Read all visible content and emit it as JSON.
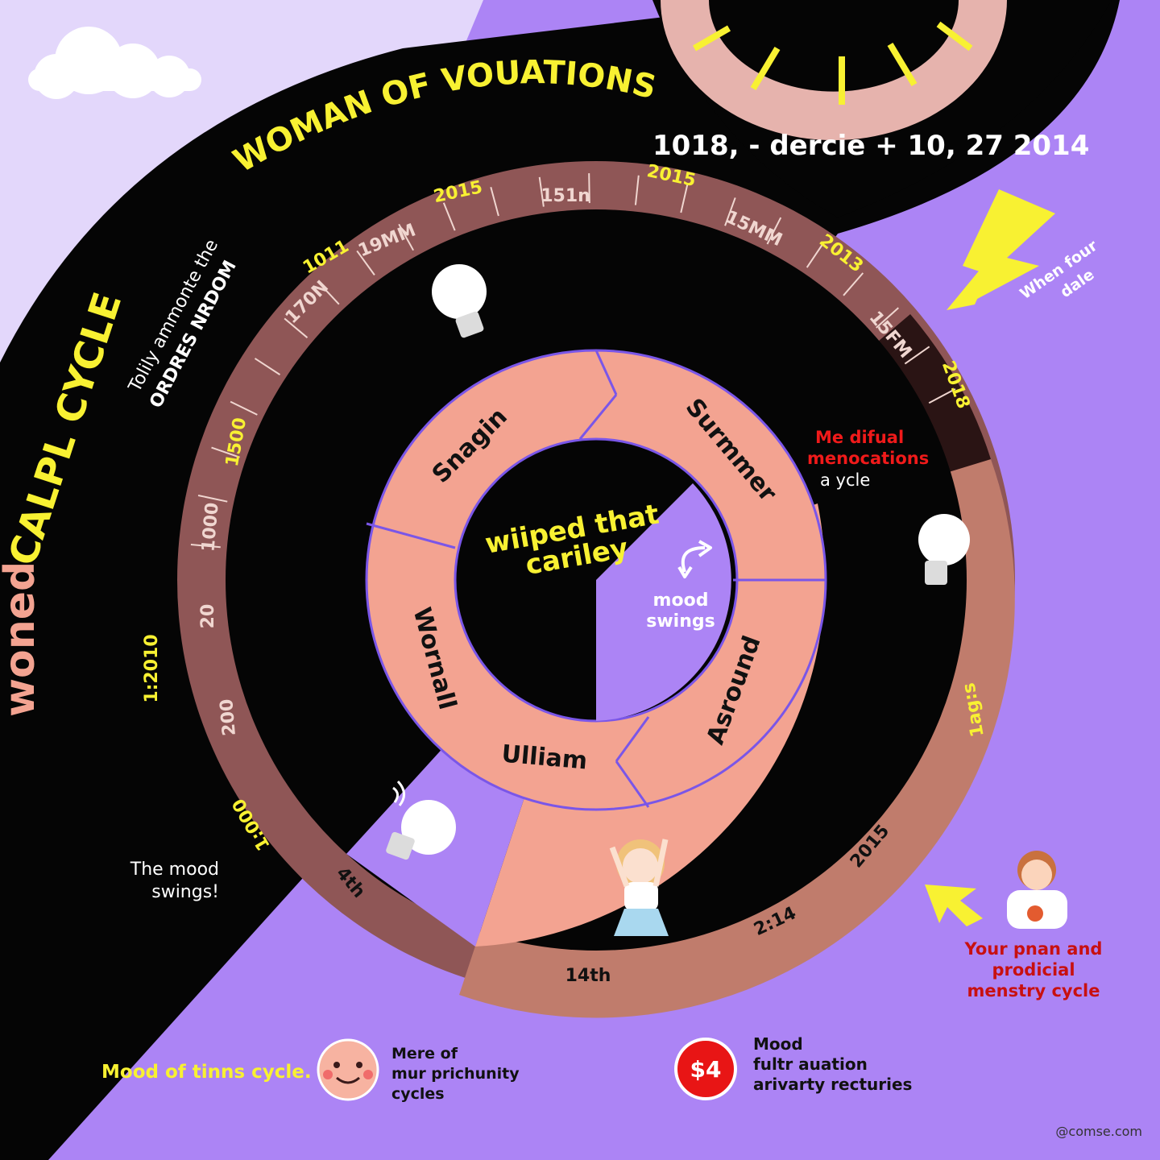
{
  "colors": {
    "page_bg": "#e3d7fb",
    "purple": "#ac84f5",
    "black": "#050505",
    "brown_ring": "#8f5656",
    "salmon": "#f3a391",
    "yellow": "#f8f132",
    "red": "#f01a1a",
    "dark_red": "#c81010",
    "white": "#ffffff"
  },
  "titles": {
    "side_title_a": "woned",
    "side_title_b": "CALPL CYCLE",
    "arc_title": "WOMAN OF VOUATIONS",
    "date_line": "1018, - dercie + 10, 27 2014",
    "side_note_line1": "Tolily ammonte the",
    "side_note_line2": "ORDRES NRDOM"
  },
  "dial": {
    "outer_labels": [
      "2015",
      "151n",
      "2015",
      "15MM",
      "2013",
      "15FM",
      "2018",
      "1011",
      "19MM",
      "170N",
      "1500",
      "1000",
      "20",
      "1:2010",
      "200",
      "1:000",
      "4th",
      "14th",
      "2:14",
      "2015",
      "1ag:s"
    ]
  },
  "segments": {
    "s1": "Snagin",
    "s2": "Surmmer",
    "s3": "Asround",
    "s4": "Ulliam",
    "s5": "Wornall"
  },
  "center": {
    "line1": "wiiped that",
    "line2": "cariley"
  },
  "mood_swings_center": {
    "line1": "mood",
    "line2": "swings"
  },
  "callouts": {
    "menocations_line1": "Me difual",
    "menocations_line2": "menocations",
    "menocations_line3": "a ycle",
    "when_line1": "When four",
    "when_line2": "dale",
    "mood_swings_line1": "The mood",
    "mood_swings_line2": "swings!",
    "your_plan_line1": "Your pnan and",
    "your_plan_line2": "prodicial",
    "your_plan_line3": "menstry cycle"
  },
  "legend": {
    "label": "Mood of tinns cycle.",
    "item1_line1": "Mere of",
    "item1_line2": "mur prichunity",
    "item1_line3": "cycles",
    "item2_badge": "$4",
    "item2_line1": "Mood",
    "item2_line2": "fultr auation",
    "item2_line3": "arivarty recturies"
  },
  "watermark": "@comse.com"
}
